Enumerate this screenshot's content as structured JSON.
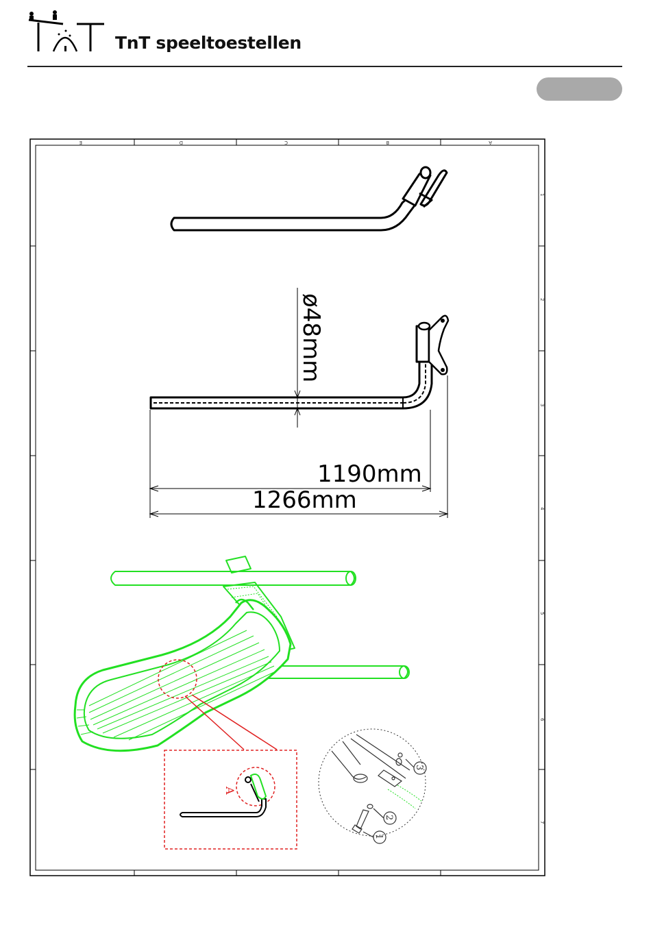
{
  "header": {
    "brand": "TnT speeltoestellen",
    "logo_icon": "seesaw-figures-logo",
    "page_badge": ""
  },
  "frame": {
    "column_refs": [
      "E",
      "D",
      "C",
      "B",
      "A"
    ],
    "row_refs": [
      "1",
      "2",
      "3",
      "4",
      "5",
      "6",
      "7"
    ]
  },
  "dimensions": {
    "diameter": "ø48mm",
    "inner_length": "1190mm",
    "outer_length": "1266mm"
  },
  "callouts": {
    "detail_label": "A",
    "part_1": "1",
    "part_2": "2",
    "part_3": "3"
  },
  "colors": {
    "green": "#22e022",
    "red": "#e02020",
    "line": "#000000",
    "pill": "#a9a9a9"
  }
}
